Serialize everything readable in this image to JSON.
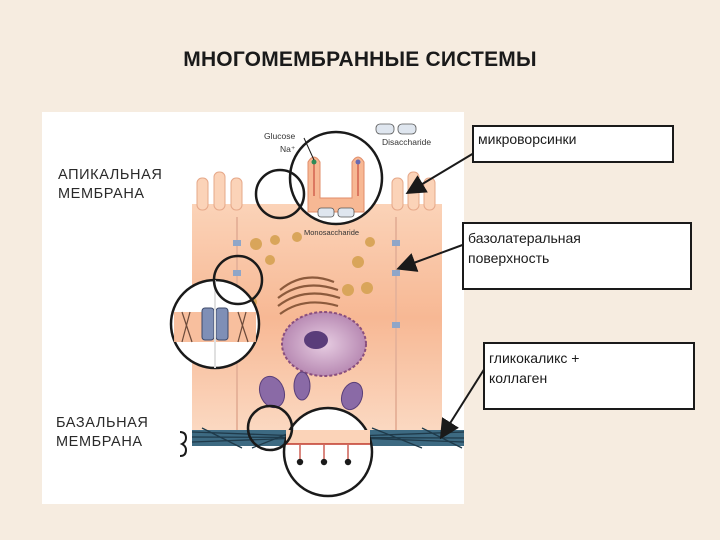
{
  "title": "МНОГОМЕМБРАННЫЕ СИСТЕМЫ",
  "labels": {
    "apical": [
      "АПИКАЛЬНАЯ",
      "МЕМБРАНА"
    ],
    "basal": [
      "БАЗАЛЬНАЯ",
      "МЕМБРАНА"
    ]
  },
  "diagram_text": {
    "glucose": "Glucose",
    "na": "Na⁺",
    "disaccharide": "Disaccharide",
    "monosaccharide": "Monosaccharide"
  },
  "callouts": [
    {
      "text": "микроворсинки"
    },
    {
      "lines": [
        "базолатеральная",
        "поверхность"
      ]
    },
    {
      "lines": [
        "гликокаликс +",
        "коллаген"
      ]
    }
  ],
  "colors": {
    "background": "#f6ece0",
    "cytoplasm": "#f7b894",
    "cytoplasm_light": "#fbd9c2",
    "nucleus": "#c9a3c4",
    "organelle_purple": "#8a6aa6",
    "granule": "#d9a55a",
    "basement": "#2c4f63"
  }
}
